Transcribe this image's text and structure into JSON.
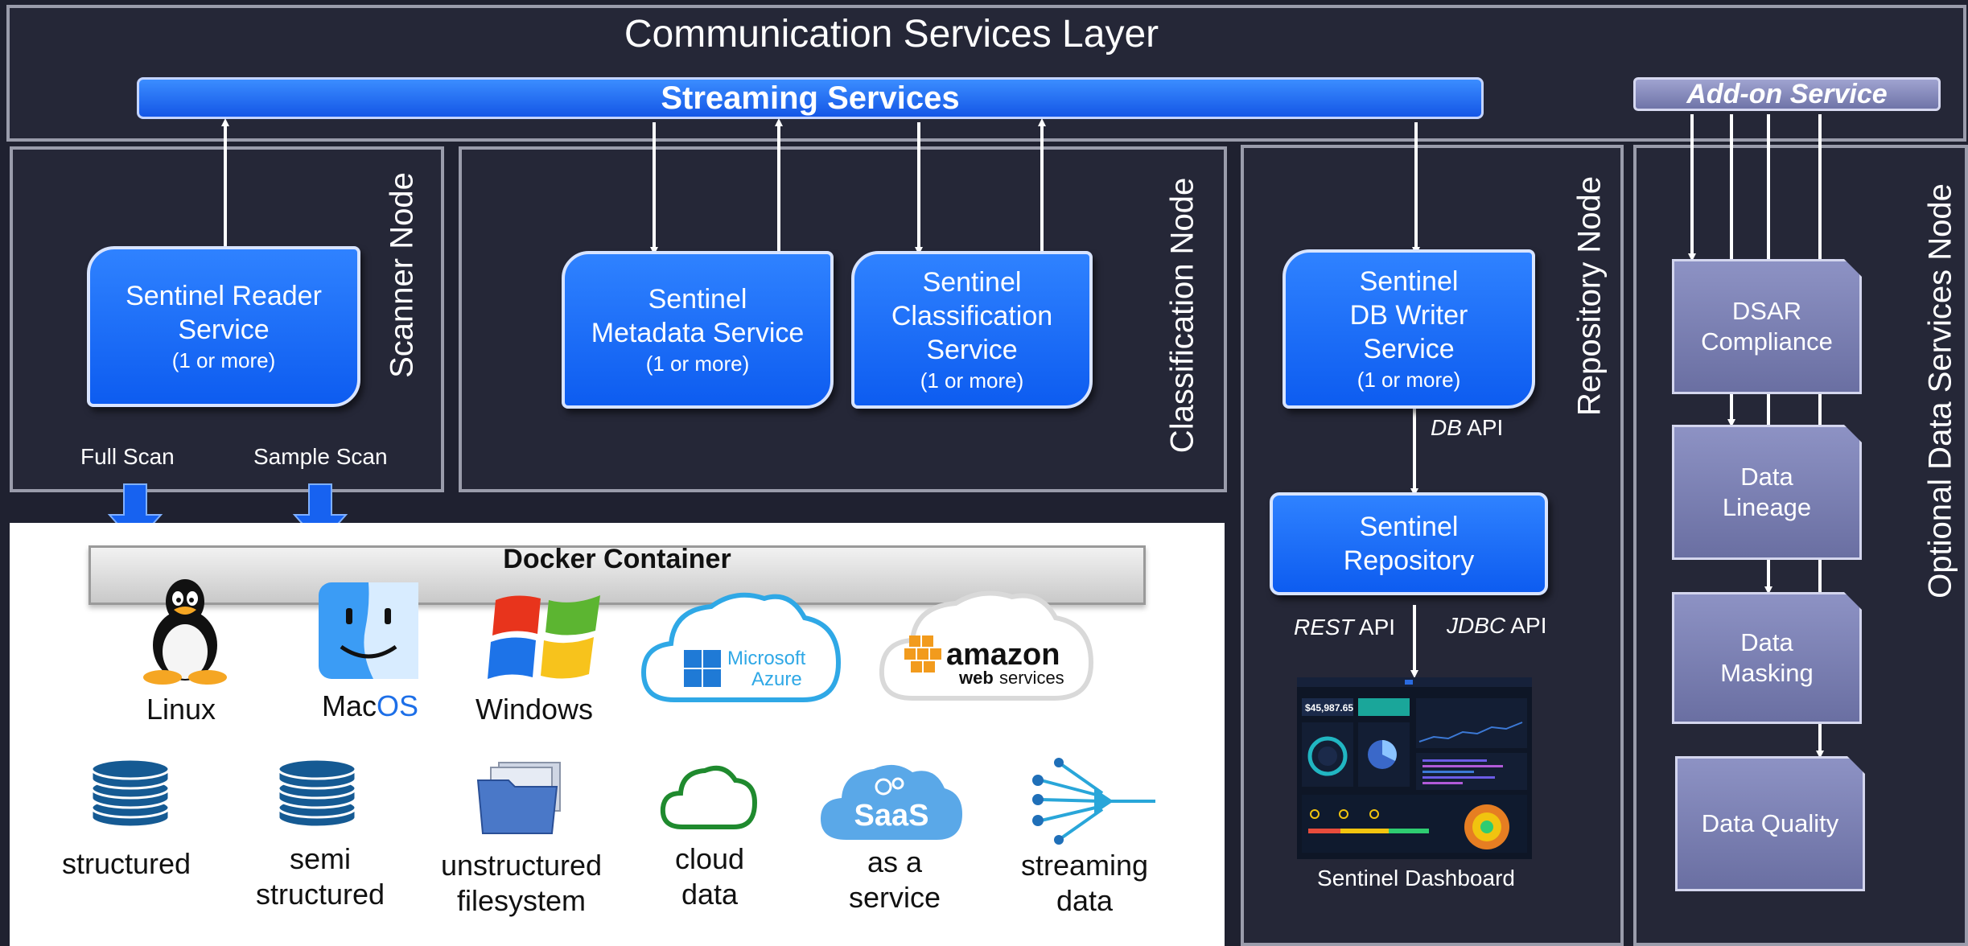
{
  "layer_title": "Communication Services Layer",
  "streaming_title": "Streaming Services",
  "addon_title": "Add-on Service",
  "nodes": {
    "scanner": "Scanner Node",
    "classification": "Classification Node",
    "repository": "Repository Node",
    "optional": "Optional Data Services Node"
  },
  "services": {
    "reader": {
      "line1": "Sentinel Reader",
      "line2": "Service",
      "sub": "(1 or more)"
    },
    "metadata": {
      "line1": "Sentinel",
      "line2": "Metadata Service",
      "sub": "(1 or more)"
    },
    "classification": {
      "line1": "Sentinel",
      "line2": "Classification",
      "line3": "Service",
      "sub": "(1 or more)"
    },
    "dbwriter": {
      "line1": "Sentinel",
      "line2": "DB Writer",
      "line3": "Service",
      "sub": "(1 or more)"
    },
    "repository": {
      "line1": "Sentinel",
      "line2": "Repository"
    }
  },
  "scan": {
    "full": "Full Scan",
    "sample": "Sample Scan"
  },
  "api": {
    "db": {
      "italic": "DB",
      "rest": " API"
    },
    "rest": {
      "italic": "REST",
      "rest": " API"
    },
    "jdbc": {
      "italic": "JDBC",
      "rest": " API"
    }
  },
  "dashboard": {
    "caption": "Sentinel Dashboard",
    "kpi": "$45,987.65"
  },
  "addons": {
    "dsar": {
      "line1": "DSAR",
      "line2": "Compliance"
    },
    "lineage": {
      "line1": "Data",
      "line2": "Lineage"
    },
    "masking": {
      "line1": "Data",
      "line2": "Masking"
    },
    "quality": {
      "line1": "Data Quality"
    }
  },
  "docker": {
    "title": "Docker Container",
    "platforms": {
      "linux": "Linux",
      "mac_a": "Mac",
      "mac_b": "OS",
      "windows": "Windows",
      "azure_a": "Microsoft",
      "azure_b": "Azure",
      "aws_a": "amazon",
      "aws_b": "web",
      "aws_c": "services"
    },
    "sources": {
      "structured": {
        "line1": "structured"
      },
      "semi": {
        "line1": "semi",
        "line2": "structured"
      },
      "unstructured": {
        "line1": "unstructured",
        "line2": "filesystem"
      },
      "cloud": {
        "line1": "cloud",
        "line2": "data"
      },
      "saas": {
        "icon_text": "SaaS",
        "line1": "as a",
        "line2": "service"
      },
      "streaming": {
        "line1": "streaming",
        "line2": "data"
      }
    }
  },
  "icons": [
    "linux-tux-icon",
    "apple-finder-icon",
    "windows-logo-icon",
    "azure-cloud-icon",
    "aws-cloud-icon",
    "database-icon",
    "folder-icon",
    "cloud-outline-icon",
    "saas-cloud-icon",
    "streaming-icon",
    "dashboard-icon"
  ],
  "colors": {
    "background": "#1f2130",
    "panel": "#252737",
    "service_blue": "#1a6cf5",
    "addon_purple": "#7b80b3",
    "border_gray": "#9a9cab"
  }
}
